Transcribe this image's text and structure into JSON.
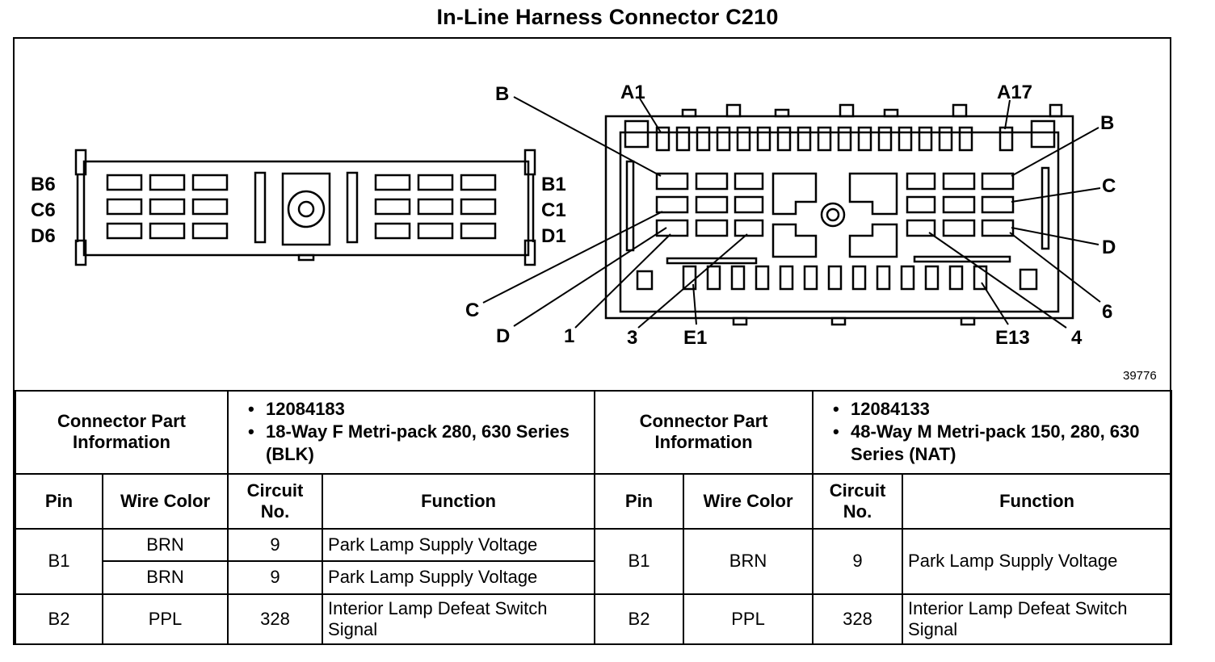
{
  "title": "In-Line Harness Connector C210",
  "figure_number": "39776",
  "diagram": {
    "left_connector_labels": [
      "B6",
      "C6",
      "D6",
      "B1",
      "C1",
      "D1"
    ],
    "right_connector_labels": [
      "B",
      "A1",
      "A17",
      "B",
      "C",
      "D",
      "6",
      "4",
      "E13",
      "E1",
      "3",
      "1",
      "D",
      "C"
    ]
  },
  "table": {
    "connector_part_label": "Connector Part Information",
    "left_part_info": [
      "12084183",
      "18-Way F Metri-pack 280, 630 Series (BLK)"
    ],
    "right_part_info": [
      "12084133",
      "48-Way M Metri-pack 150, 280, 630 Series (NAT)"
    ],
    "headers_left": {
      "pin": "Pin",
      "wire": "Wire Color",
      "circuit": "Circuit No.",
      "function": "Function"
    },
    "headers_right": {
      "pin": "Pin",
      "wire": "Wire Color",
      "circuit": "Circuit No.",
      "function": "Function"
    },
    "rows_left": [
      {
        "pin": "B1",
        "wire": "BRN",
        "circuit": "9",
        "function": "Park Lamp Supply Voltage"
      },
      {
        "pin": "",
        "wire": "BRN",
        "circuit": "9",
        "function": "Park Lamp Supply Voltage"
      },
      {
        "pin": "B2",
        "wire": "PPL",
        "circuit": "328",
        "function": "Interior Lamp Defeat Switch Signal"
      }
    ],
    "rows_right": [
      {
        "pin": "B1",
        "wire": "BRN",
        "circuit": "9",
        "function": "Park Lamp Supply Voltage"
      },
      {
        "pin": "B2",
        "wire": "PPL",
        "circuit": "328",
        "function": "Interior Lamp Defeat Switch Signal"
      }
    ]
  }
}
